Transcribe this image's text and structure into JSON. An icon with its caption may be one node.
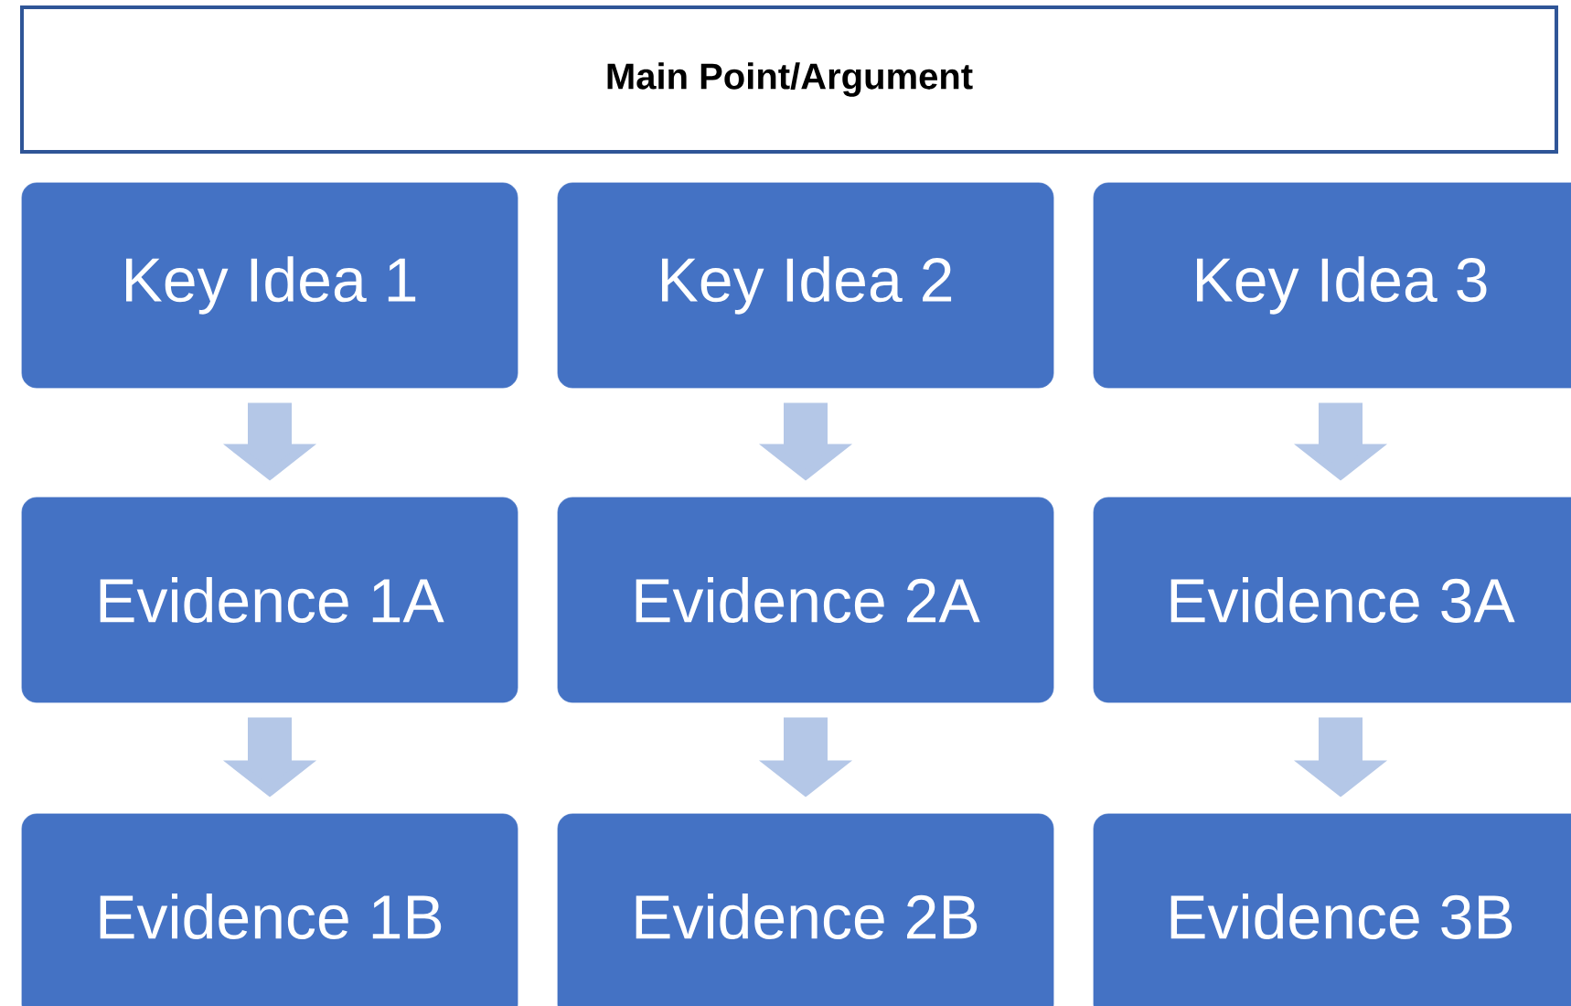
{
  "diagram": {
    "nodes": [
      {
        "text": [
          "Main Point/Argument"
        ]
      },
      {
        "text": [
          "Key Idea 1"
        ]
      },
      {
        "text": [
          "Key Idea 2"
        ]
      },
      {
        "text": [
          "Key Idea 3"
        ]
      },
      {
        "text": [
          "Evidence 1A"
        ]
      },
      {
        "text": [
          "Evidence 2A"
        ]
      },
      {
        "text": [
          "Evidence 3A"
        ]
      },
      {
        "text": [
          "Evidence 1B"
        ]
      },
      {
        "text": [
          "Evidence 2B"
        ]
      },
      {
        "text": [
          "Evidence 3B"
        ]
      }
    ],
    "edges": [
      {
        "from": 1,
        "to": 4,
        "arrow": "to"
      },
      {
        "from": 2,
        "to": 5,
        "arrow": "to"
      },
      {
        "from": 3,
        "to": 6,
        "arrow": "to"
      },
      {
        "from": 4,
        "to": 7,
        "arrow": "to"
      },
      {
        "from": 5,
        "to": 8,
        "arrow": "to"
      },
      {
        "from": 6,
        "to": 9,
        "arrow": "to"
      }
    ]
  }
}
